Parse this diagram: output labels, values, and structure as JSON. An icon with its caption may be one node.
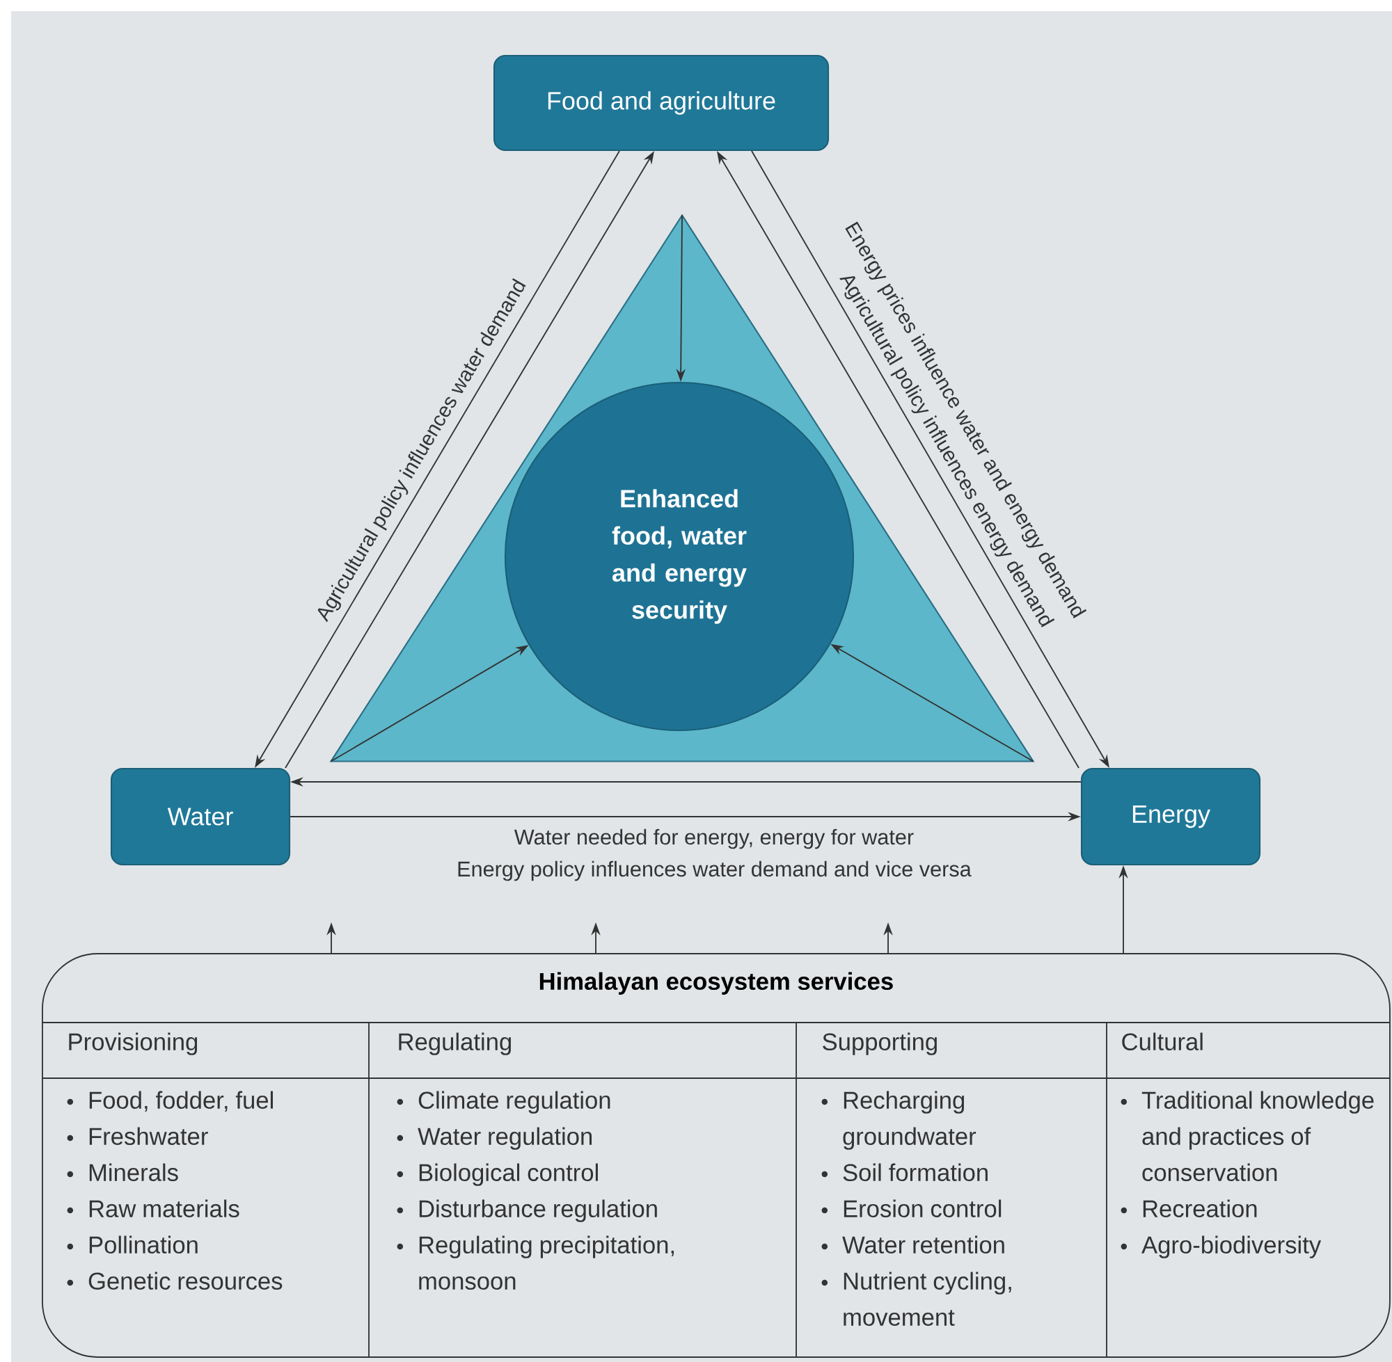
{
  "diagram": {
    "nodes": [
      {
        "text": [
          "Food and agriculture"
        ]
      },
      {
        "text": [
          "Water"
        ]
      },
      {
        "text": [
          "Energy"
        ]
      },
      {
        "text": [],
        "shape": "triangle"
      },
      {
        "text": [
          "Enhanced food, water and energy security"
        ],
        "in": 3
      },
      {
        "text": [
          "Himalayan ecosystem services"
        ]
      },
      {
        "text": [
          "Provisioning",
          "Food, fodder, fuel",
          "Freshwater",
          "Minerals",
          "Raw materials",
          "Pollination",
          "Genetic resources"
        ],
        "in": 5
      },
      {
        "text": [
          "Regulating",
          "Climate regulation",
          "Water regulation",
          "Biological control",
          "Disturbance regulation",
          "Regulating precipitation, monsoon"
        ],
        "in": 5
      },
      {
        "text": [
          "Supporting",
          "Recharging groundwater",
          "Soil formation",
          "Erosion control",
          "Water retention",
          "Nutrient cycling, movement"
        ],
        "in": 5
      },
      {
        "text": [
          "Cultural",
          "Traditional knowledge and practices of conservation",
          "Recreation",
          "Agro-biodiversity"
        ],
        "in": 5
      }
    ],
    "edges": [
      {
        "from": 0,
        "to": 1,
        "arrow": "to",
        "label": "Agricultural policy influences water demand"
      },
      {
        "from": 1,
        "to": 0,
        "arrow": "to"
      },
      {
        "from": 0,
        "to": 2,
        "arrow": "to",
        "label": "Agricultural policy influences energy demand"
      },
      {
        "from": 2,
        "to": 0,
        "arrow": "to",
        "label": "Energy prices influence water and energy demand"
      },
      {
        "from": 2,
        "to": 1,
        "arrow": "to"
      },
      {
        "from": 1,
        "to": 2,
        "arrow": "to"
      },
      {
        "from": 3,
        "to": 4,
        "arrow": "to"
      },
      {
        "from": 3,
        "to": 4,
        "arrow": "to"
      },
      {
        "from": 3,
        "to": 4,
        "arrow": "to"
      },
      {
        "from": 5,
        "to": null,
        "arrow": "to"
      },
      {
        "from": 5,
        "to": null,
        "arrow": "to"
      },
      {
        "from": 5,
        "to": null,
        "arrow": "to"
      },
      {
        "from": 5,
        "to": 2,
        "arrow": "to"
      }
    ],
    "labels": [
      "Water needed for energy, energy for water",
      "Energy policy influences water demand and vice versa"
    ]
  }
}
